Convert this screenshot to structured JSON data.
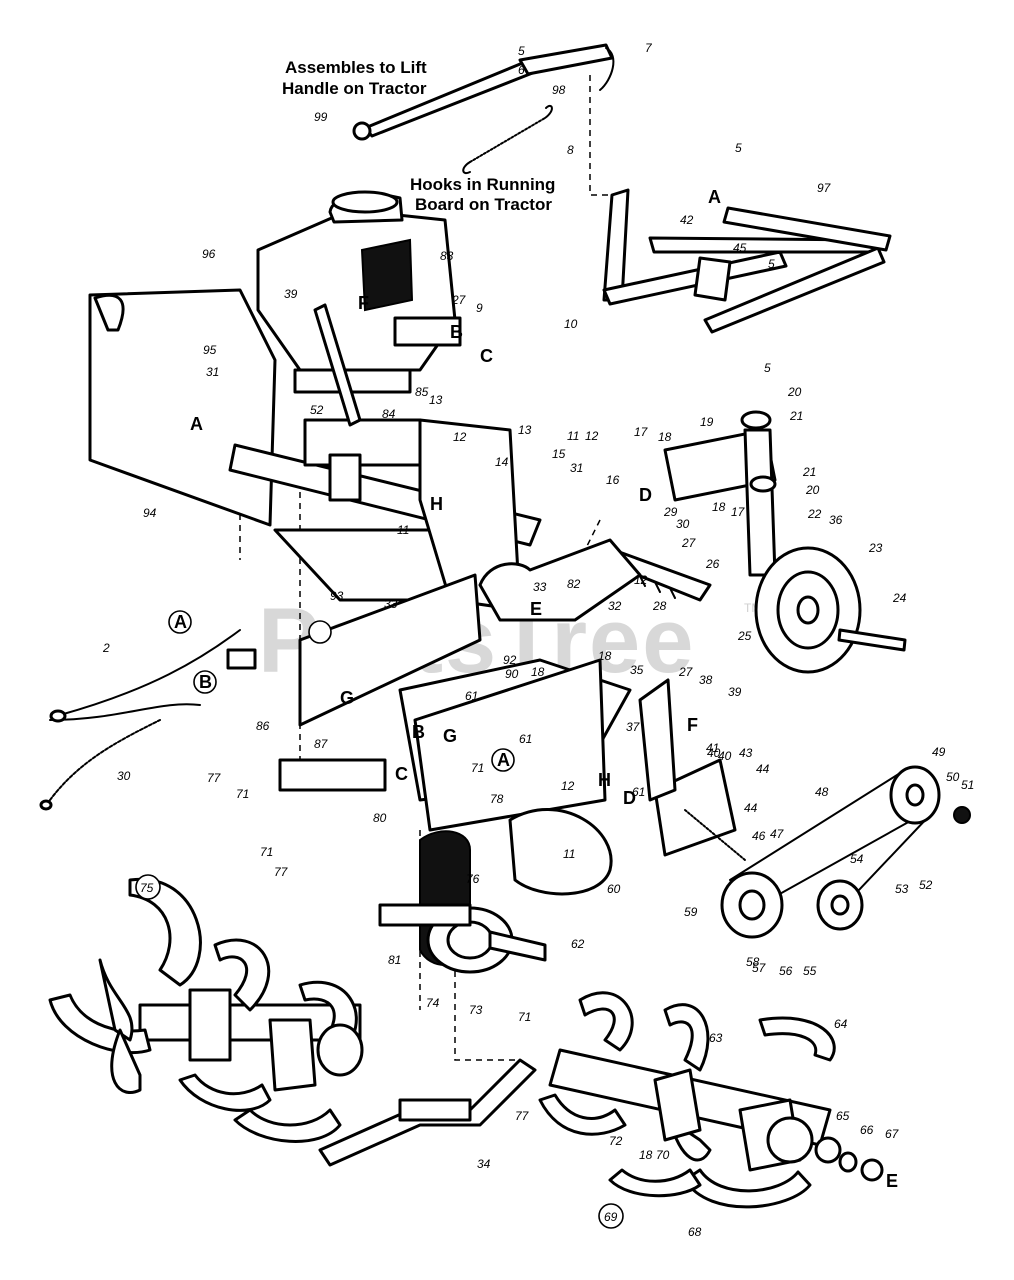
{
  "watermark": {
    "text": "PartsTree",
    "tm": "TM"
  },
  "callouts": {
    "lift_handle": [
      "Assembles to Lift",
      "Handle on Tractor"
    ],
    "running_board": [
      "Hooks in Running",
      "Board on Tractor"
    ]
  },
  "labels": {
    "l5a": "5",
    "l6": "6",
    "l7": "7",
    "l98": "98",
    "l99": "99",
    "l8": "8",
    "l5b": "5",
    "l97": "97",
    "l42": "42",
    "l45": "45",
    "l5c": "5",
    "l10": "10",
    "l96": "96",
    "l39a": "39",
    "l83": "83",
    "l27a": "27",
    "l9": "9",
    "l95": "95",
    "l85": "85",
    "l31a": "31",
    "l52a": "52",
    "l84": "84",
    "l13a": "13",
    "l12a": "12",
    "l13b": "13",
    "l11a": "11",
    "l14": "14",
    "l94": "94",
    "l93": "93",
    "l11b": "11",
    "l12b": "12",
    "l17a": "17",
    "l18a": "18",
    "l19": "19",
    "l5d": "5",
    "l20a": "20",
    "l21a": "21",
    "l15": "15",
    "l31b": "31",
    "l16": "16",
    "l29": "29",
    "l30a": "30",
    "l27b": "27",
    "l18b": "18",
    "l17b": "17",
    "l21b": "21",
    "l20b": "20",
    "l22": "22",
    "l36": "36",
    "l23": "23",
    "l26": "26",
    "l82": "82",
    "l33a": "33",
    "l12c": "12",
    "l32": "32",
    "l28": "28",
    "l24": "24",
    "l25": "25",
    "l33b": "33",
    "l92": "92",
    "l18c": "18",
    "l35": "35",
    "l2": "2",
    "l86": "86",
    "l30b": "30",
    "l90": "90",
    "l18d": "18",
    "l27c": "27",
    "l38": "38",
    "l39b": "39",
    "l61a": "61",
    "l37": "37",
    "l61b": "61",
    "l87": "87",
    "l77a": "77",
    "l71a": "71",
    "l71b": "71",
    "l77b": "77",
    "l80": "80",
    "l71c": "71",
    "l78": "78",
    "l12d": "12",
    "l11c": "11",
    "l61c": "61",
    "l60": "60",
    "l40a": "40",
    "l41": "41",
    "l40b": "40",
    "l43": "43",
    "l44a": "44",
    "l44b": "44",
    "l46": "46",
    "l47": "47",
    "l48": "48",
    "l49": "49",
    "l50": "50",
    "l51": "51",
    "l59": "59",
    "l54": "54",
    "l53": "53",
    "l52b": "52",
    "l58": "58",
    "l57": "57",
    "l56": "56",
    "l55": "55",
    "l76": "76",
    "l75": "75",
    "l81": "81",
    "l74": "74",
    "l73": "73",
    "l62": "62",
    "l64": "64",
    "l63": "63",
    "l71d": "71",
    "l77c": "77",
    "l72": "72",
    "l18e": "18",
    "l70": "70",
    "l65": "65",
    "l66": "66",
    "l67": "67",
    "l34": "34",
    "l69": "69",
    "l68": "68"
  },
  "letters": {
    "A1": "A",
    "A2": "A",
    "A3": "A",
    "A4": "A",
    "B1": "B",
    "B2": "B",
    "B3": "B",
    "C1": "C",
    "C2": "C",
    "D1": "D",
    "D2": "D",
    "E1": "E",
    "E2": "E",
    "F1": "F",
    "F2": "F",
    "G1": "G",
    "G2": "G",
    "H1": "H",
    "H2": "H"
  }
}
